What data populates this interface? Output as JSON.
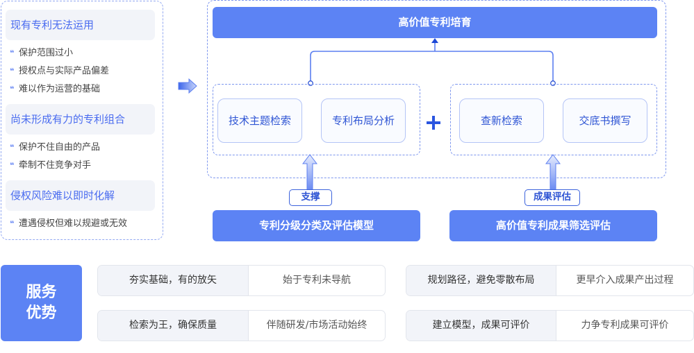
{
  "problems": [
    {
      "heading": "现有专利无法运用",
      "points": [
        "保护范围过小",
        "授权点与实际产品偏差",
        "难以作为运营的基础"
      ]
    },
    {
      "heading": "尚未形成有力的专利组合",
      "points": [
        "保护不住自由的产品",
        "牵制不住竞争对手"
      ]
    },
    {
      "heading": "侵权风险难以即时化解",
      "points": [
        "遭遇侵权但难以规避或无效"
      ]
    }
  ],
  "flow": {
    "goal": "高价值专利培育",
    "left_group": [
      "技术主题检索",
      "专利布局分析"
    ],
    "right_group": [
      "查新检索",
      "交底书撰写"
    ],
    "plus_symbol": "+",
    "left_tag": "支撑",
    "right_tag": "成果评估",
    "left_base": "专利分级分类及评估模型",
    "right_base": "高价值专利成果筛选评估"
  },
  "advantages": {
    "badge_line1": "服务",
    "badge_line2": "优势",
    "items": [
      {
        "key": "夯实基础，有的放矢",
        "value": "始于专利未导航"
      },
      {
        "key": "检索为王，确保质量",
        "value": "伴随研发/市场活动始终"
      },
      {
        "key": "规划路径，避免零散布局",
        "value": "更早介入成果产出过程"
      },
      {
        "key": "建立模型，成果可评价",
        "value": "力争专利成果可评价"
      }
    ]
  },
  "colors": {
    "primary": "#5c83f4",
    "accent_text": "#2f55d4",
    "dashed_border": "#7d96ee",
    "card_bg": "#f2f4f9"
  }
}
